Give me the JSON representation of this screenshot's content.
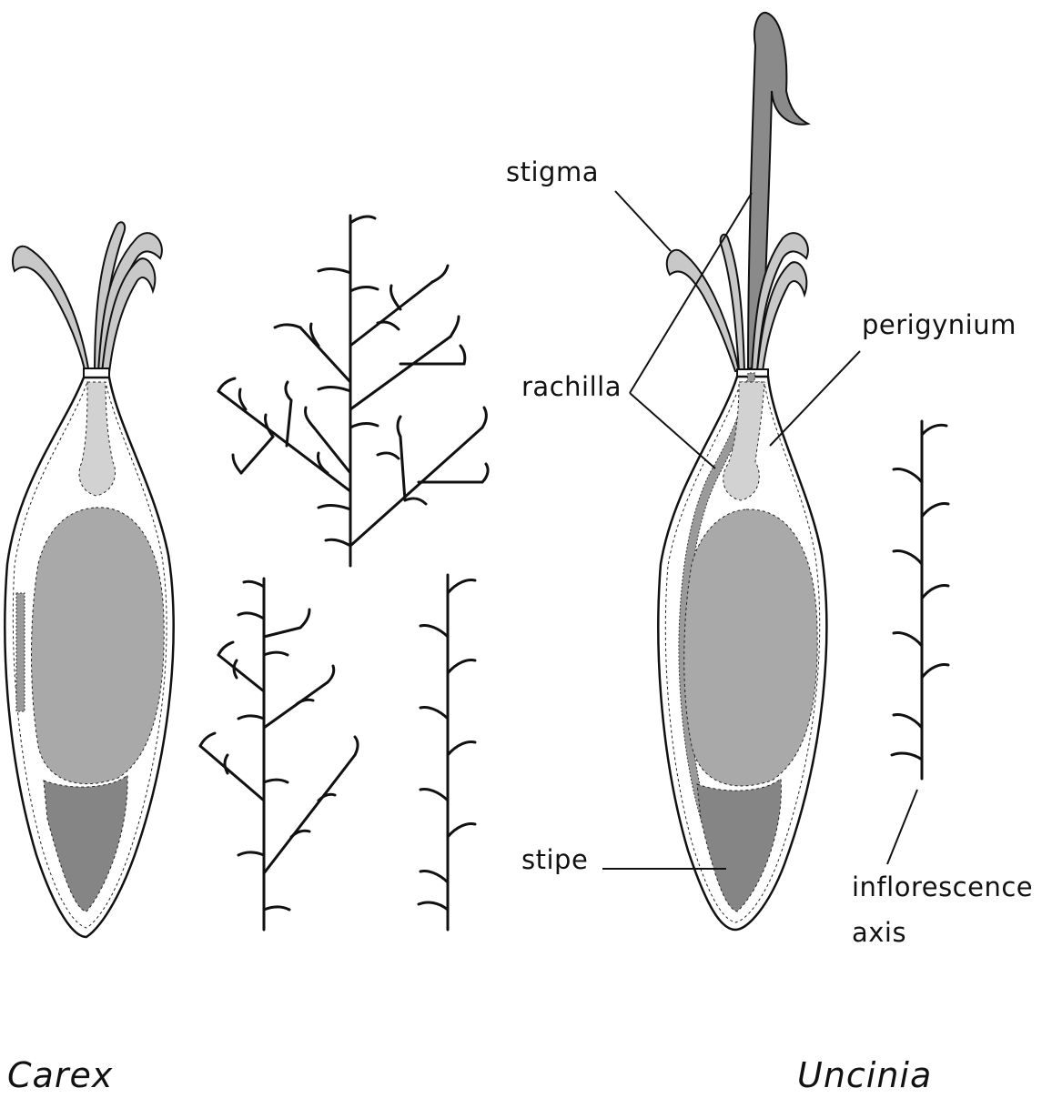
{
  "labels": {
    "stigma": "stigma",
    "perigynium": "perigynium",
    "rachilla": "rachilla",
    "stipe": "stipe",
    "inflorescence_line1": "inflorescence",
    "inflorescence_line2": "axis"
  },
  "genera": {
    "left": "Carex",
    "right": "Uncinia"
  },
  "colors": {
    "ink": "#111111",
    "tube": "#c8c8c8",
    "style_base": "#d2d2d2",
    "achene": "#a9a9a9",
    "stipe": "#858585",
    "rachilla_stub": "#9a9a9a",
    "hook": "#8a8a8a"
  }
}
